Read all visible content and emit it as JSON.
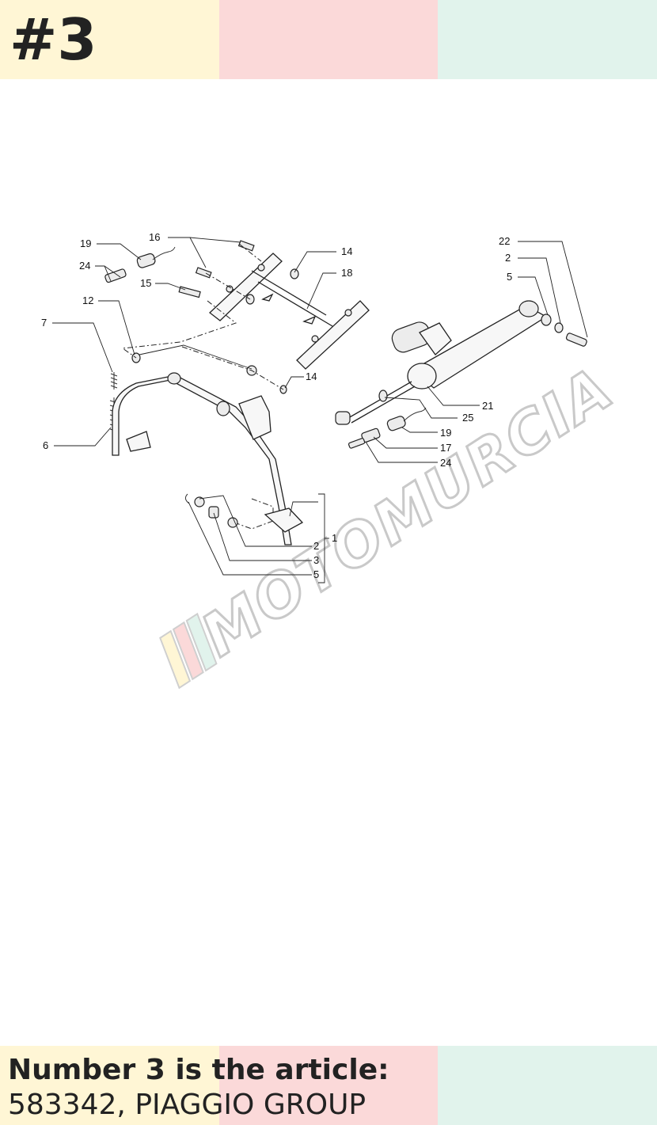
{
  "header": {
    "badge": "#3"
  },
  "footer": {
    "line1": "Number 3 is the article:",
    "line2": "583342, PIAGGIO GROUP"
  },
  "watermark": {
    "text": "MOTOMURCIA"
  },
  "diagram": {
    "callouts": {
      "c19a": "19",
      "c16": "16",
      "c14a": "14",
      "c18": "18",
      "c24a": "24",
      "c15": "15",
      "c12": "12",
      "c7": "7",
      "c14b": "14",
      "c6": "6",
      "c1": "1",
      "c2a": "2",
      "c3": "3",
      "c5a": "5",
      "c22": "22",
      "c2b": "2",
      "c5b": "5",
      "c21": "21",
      "c25": "25",
      "c19b": "19",
      "c17": "17",
      "c24b": "24"
    }
  },
  "colors": {
    "band_yellow": "#fff6d5",
    "band_pink": "#fbd9d9",
    "band_green": "#e1f3ec",
    "text": "#222222",
    "line_art": "#222222"
  }
}
